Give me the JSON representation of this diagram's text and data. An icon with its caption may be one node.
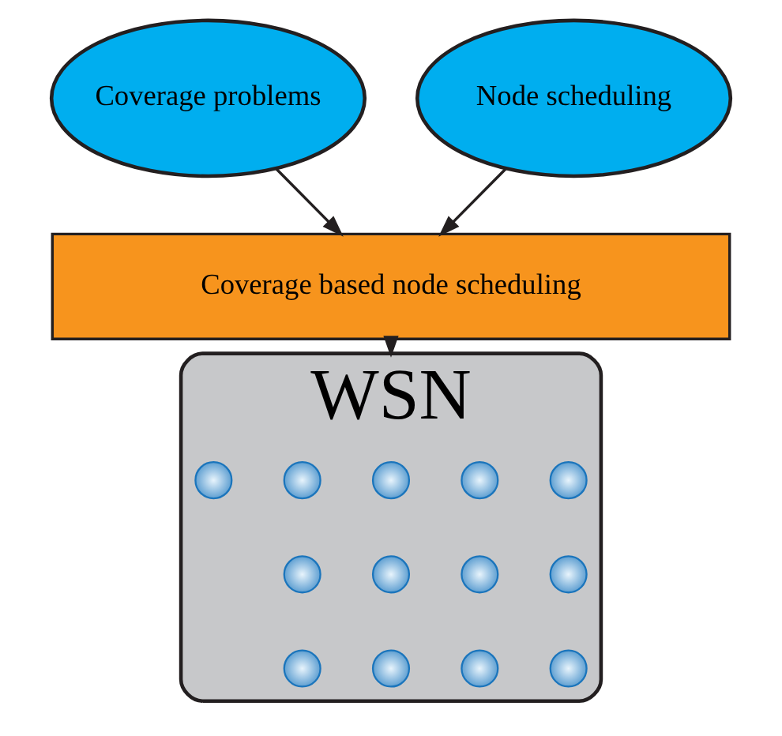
{
  "diagram": {
    "nodes": [
      {
        "text": [
          "Coverage problems"
        ]
      },
      {
        "text": [
          "Node scheduling"
        ]
      },
      {
        "text": [
          "Coverage based node scheduling"
        ]
      },
      {
        "text": [
          "WSN"
        ]
      },
      {
        "text": [],
        "shape": "circle",
        "in": 3
      },
      {
        "text": [],
        "shape": "circle",
        "in": 3
      },
      {
        "text": [],
        "shape": "circle",
        "in": 3
      },
      {
        "text": [],
        "shape": "circle",
        "in": 3
      },
      {
        "text": [],
        "shape": "circle",
        "in": 3
      },
      {
        "text": [],
        "shape": "circle",
        "in": 3
      },
      {
        "text": [],
        "shape": "circle",
        "in": 3
      },
      {
        "text": [],
        "shape": "circle",
        "in": 3
      },
      {
        "text": [],
        "shape": "circle",
        "in": 3
      },
      {
        "text": [],
        "shape": "circle",
        "in": 3
      },
      {
        "text": [],
        "shape": "circle",
        "in": 3
      },
      {
        "text": [],
        "shape": "circle",
        "in": 3
      },
      {
        "text": [],
        "shape": "circle",
        "in": 3
      }
    ],
    "edges": [
      {
        "from": 0,
        "to": 2,
        "arrow": "to"
      },
      {
        "from": 1,
        "to": 2,
        "arrow": "to"
      },
      {
        "from": 2,
        "to": 3,
        "arrow": "to"
      }
    ]
  }
}
